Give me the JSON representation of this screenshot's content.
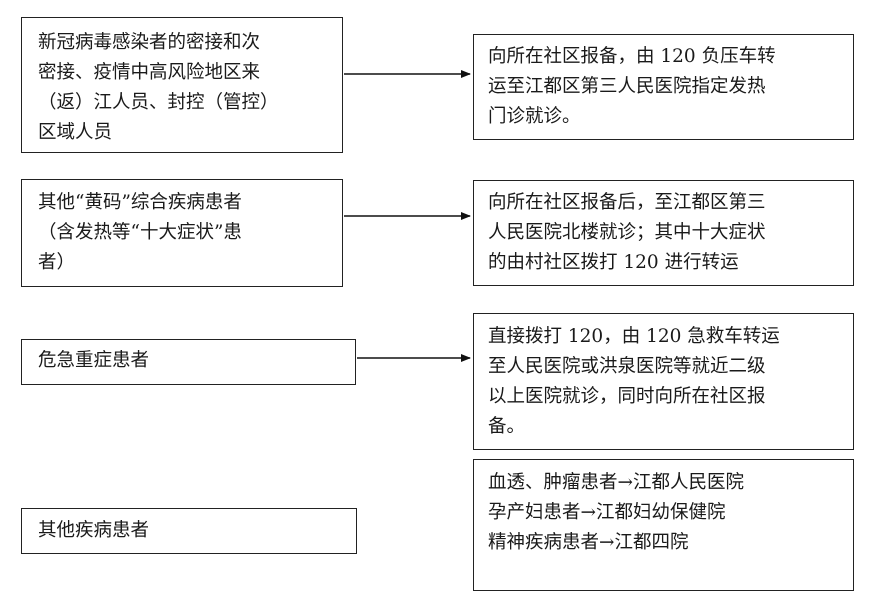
{
  "flow": {
    "rows": [
      {
        "source": [
          "新冠病毒感染者的密接和次",
          "密接、疫情中高风险地区来",
          "（返）江人员、封控（管控）",
          "区域人员"
        ],
        "action": [
          "向所在社区报备，由 120 负压车转",
          "运至江都区第三人民医院指定发热",
          "门诊就诊。"
        ]
      },
      {
        "source": [
          "其他“黄码”综合疾病患者",
          "（含发热等“十大症状”患",
          "者）"
        ],
        "action": [
          "向所在社区报备后，至江都区第三",
          "人民医院北楼就诊；其中十大症状",
          "的由村社区拨打 120 进行转运"
        ]
      },
      {
        "source": [
          "危急重症患者"
        ],
        "action": [
          "直接拨打 120，由 120 急救车转运",
          "至人民医院或洪泉医院等就近二级",
          "以上医院就诊，同时向所在社区报",
          "备。"
        ]
      },
      {
        "source": [
          "其他疾病患者"
        ],
        "action": [
          "血透、肿瘤患者→江都人民医院",
          "孕产妇患者→江都妇幼保健院",
          "精神疾病患者→江都四院"
        ]
      }
    ]
  }
}
